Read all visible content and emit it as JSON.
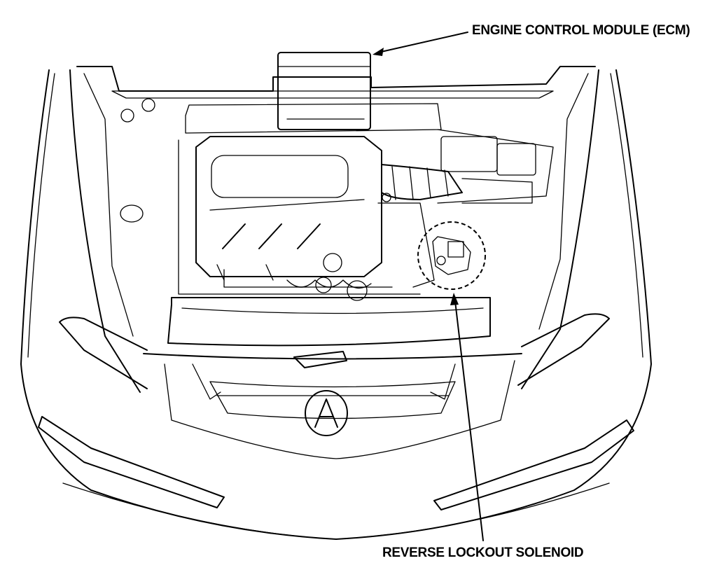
{
  "callouts": [
    {
      "id": "ecm",
      "label": "ENGINE CONTROL MODULE (ECM)"
    },
    {
      "id": "reverse-lockout-solenoid",
      "label": "REVERSE LOCKOUT SOLENOID"
    }
  ],
  "icons": {
    "emblem": "acura-emblem-icon",
    "arrow": "arrowhead-icon"
  },
  "colors": {
    "line": "#000000",
    "background": "#ffffff"
  }
}
